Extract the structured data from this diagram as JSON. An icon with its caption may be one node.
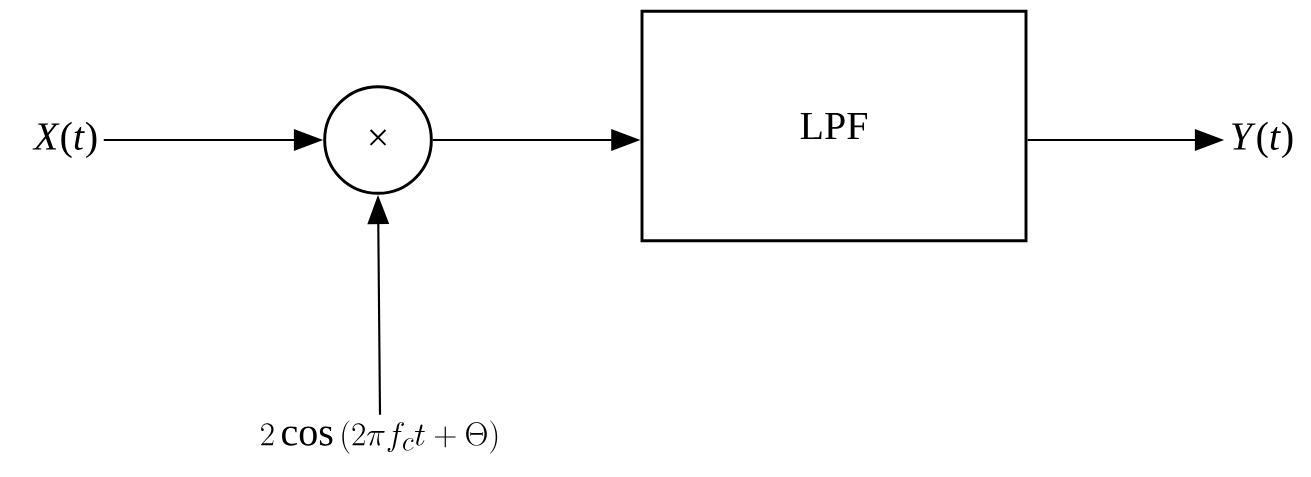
{
  "diagram": {
    "nodes": [
      {
        "text": [
          "*X*(*t*)"
        ]
      },
      {
        "text": [
          "×"
        ]
      },
      {
        "text": [
          "LPF"
        ]
      },
      {
        "text": [
          "*Y*(*t*)"
        ]
      },
      {
        "text": [
          "2 \\cos\\,(2\\pi f_{c} t + \\Theta)"
        ]
      }
    ],
    "edges": [
      {
        "from": 0,
        "to": 1,
        "arrow": "to"
      },
      {
        "from": 1,
        "to": 2,
        "arrow": "to"
      },
      {
        "from": 2,
        "to": 3,
        "arrow": "to"
      },
      {
        "from": 4,
        "to": 1,
        "arrow": "to"
      }
    ]
  }
}
